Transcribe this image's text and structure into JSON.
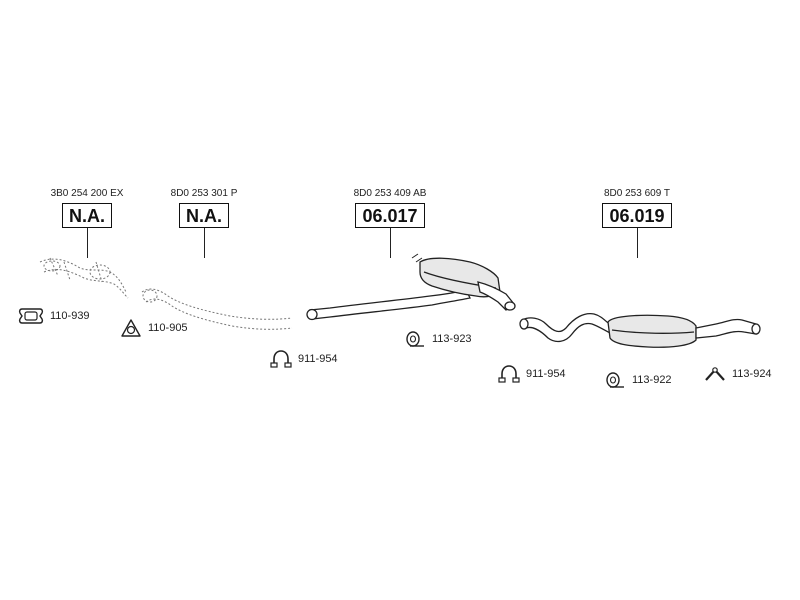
{
  "parts": [
    {
      "oe_number": "3B0 254 200 EX",
      "ref": "N.A."
    },
    {
      "oe_number": "8D0 253 301 P",
      "ref": "N.A."
    },
    {
      "oe_number": "8D0 253 409 AB",
      "ref": "06.017"
    },
    {
      "oe_number": "8D0 253 609 T",
      "ref": "06.019"
    }
  ],
  "accessories": [
    {
      "code": "110-939",
      "icon": "gasket-icon"
    },
    {
      "code": "110-905",
      "icon": "triangle-gasket-icon"
    },
    {
      "code": "911-954",
      "icon": "clamp-icon"
    },
    {
      "code": "113-923",
      "icon": "rubber-mount-icon"
    },
    {
      "code": "911-954",
      "icon": "clamp-icon"
    },
    {
      "code": "113-922",
      "icon": "rubber-mount-icon"
    },
    {
      "code": "113-924",
      "icon": "hanger-icon"
    }
  ]
}
